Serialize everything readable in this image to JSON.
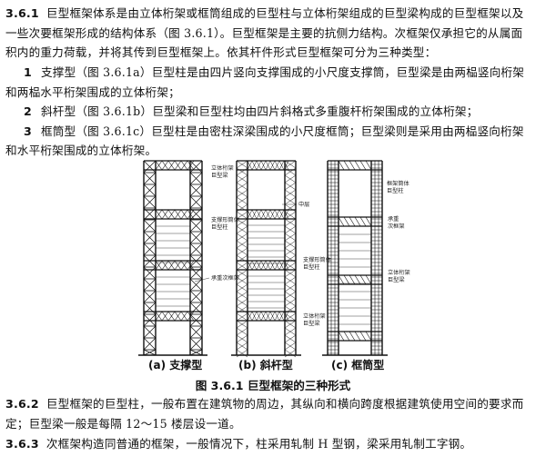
{
  "section_361": {
    "number": "3.6.1",
    "lines": [
      "巨型框架体系是由立体桁架或框筒组成的巨型柱与立体桁架组成的巨型梁构成的巨型框架以及",
      "一些次要框架形成的结构体系（图 3.6.1）。巨型框架是主要的抗侧力结构。次框架仅承担它的从属面",
      "积内的重力荷载，并将其传到巨型框架上。依其杆件形式巨型框架可分为三种类型："
    ]
  },
  "types": [
    {
      "num": "1",
      "lines": [
        "支撑型（图 3.6.1a）巨型柱是由四片竖向支撑围成的小尺度支撑筒，巨型梁是由两榀竖向桁架",
        "和两榀水平桁架围成的立体桁架；"
      ]
    },
    {
      "num": "2",
      "lines": [
        "斜杆型（图 3.6.1b）巨型梁和巨型柱均由四片斜格式多重腹杆桁架围成的立体桁架；"
      ]
    },
    {
      "num": "3",
      "lines": [
        "框筒型（图 3.6.1c）巨型柱是由密柱深梁围成的小尺度框筒；巨型梁则是采用由两榀竖向桁架",
        "和水平桁架围成的立体桁架。"
      ]
    }
  ],
  "figure": {
    "labels_a": [
      "立体桁架",
      "巨型梁",
      "支撑形筒体",
      "巨型柱",
      "承重次框架"
    ],
    "labels_b": [
      "中层",
      "支撑形筒体",
      "巨型柱",
      "立体桁架",
      "巨型梁"
    ],
    "labels_c": [
      "框架筒体",
      "巨型柱",
      "承重",
      "次框架",
      "立体桁架",
      "巨型梁"
    ],
    "sub_a": "(a) 支撑型",
    "sub_b": "(b) 斜杆型",
    "sub_c": "(c) 框筒型",
    "caption": "图 3.6.1   巨型框架的三种形式"
  },
  "section_362": {
    "number": "3.6.2",
    "lines": [
      "巨型框架的巨型柱，一般布置在建筑物的周边，其纵向和横向跨度根据建筑使用空间的要求而",
      "定；巨型梁一般是每隔 12～15 楼层设一道。"
    ]
  },
  "section_363": {
    "number": "3.6.3",
    "lines": [
      "次框架构造同普通的框架，一般情况下，柱采用轧制 H 型钢，梁采用轧制工字钢。"
    ]
  }
}
